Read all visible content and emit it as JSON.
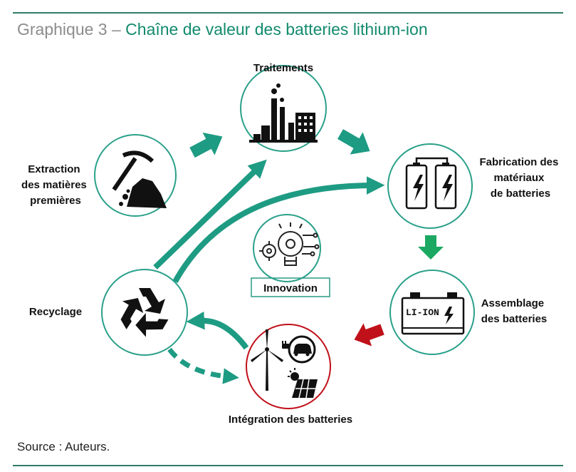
{
  "header": {
    "title_prefix": "Graphique 3 – ",
    "title": "Chaîne de valeur des batteries lithium-ion"
  },
  "stages": {
    "traitements": "Traitements",
    "extraction": [
      "Extraction",
      "des matières",
      "premières"
    ],
    "fabrication": [
      "Fabrication des",
      "matériaux",
      "de batteries"
    ],
    "assemblage": [
      "Assemblage",
      "des batteries"
    ],
    "recyclage": "Recyclage",
    "integration": "Intégration des batteries",
    "innovation": "Innovation"
  },
  "battery_label": "LI-ION",
  "source": "Source : Auteurs.",
  "colors": {
    "teal": "#1e9b83",
    "circle_border": "#2aa08a",
    "red": "#c0101a",
    "green_arrow": "#1ba862"
  }
}
